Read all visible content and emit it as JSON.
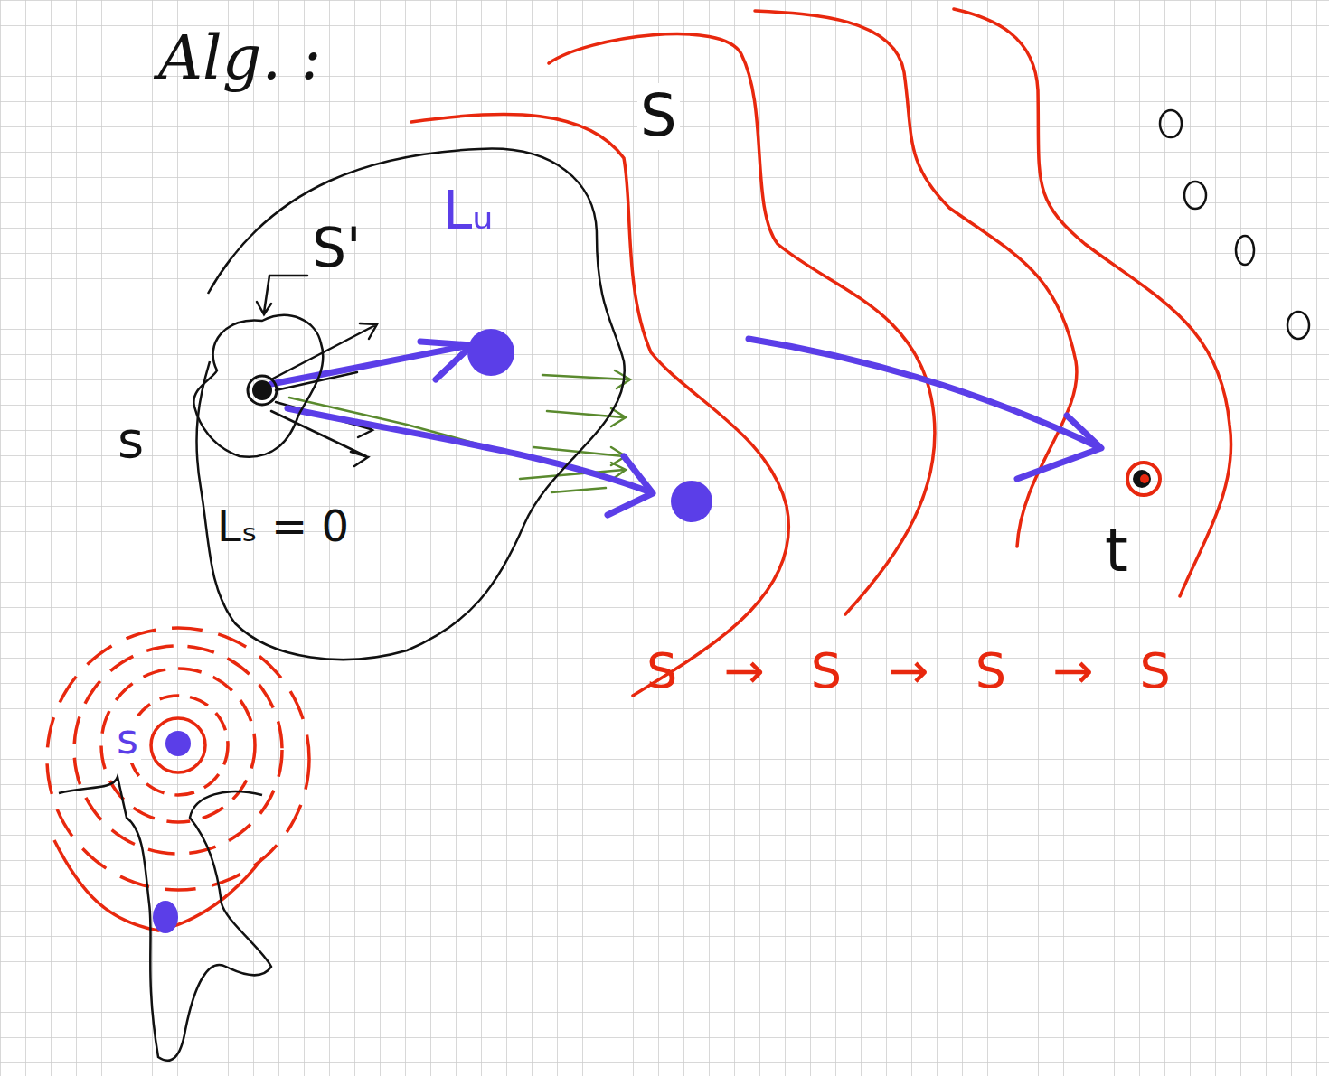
{
  "diagram": {
    "title": "Alg. :",
    "nodes": [
      {
        "text": [
          "Lᵤ",
          "Lₛ = 0"
        ]
      },
      {
        "text": [
          "S'"
        ],
        "in": 0
      }
    ],
    "labels": [
      "S",
      "s",
      "S → S → S → S",
      "s",
      "t"
    ]
  }
}
